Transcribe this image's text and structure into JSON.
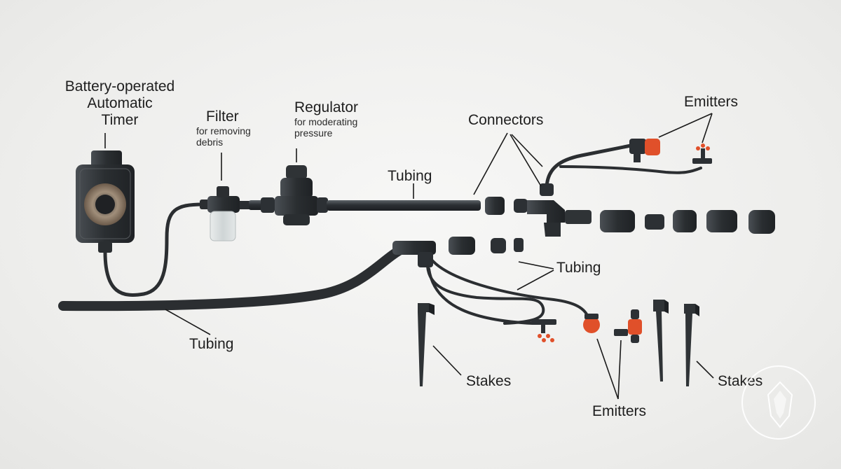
{
  "labels": {
    "timer": [
      "Battery-operated",
      "Automatic",
      "Timer"
    ],
    "filter_title": "Filter",
    "filter_desc": [
      "for removing",
      "debris"
    ],
    "regulator_title": "Regulator",
    "regulator_desc": [
      "for moderating",
      "pressure"
    ],
    "connectors": "Connectors",
    "emitters_top": "Emitters",
    "tubing_mid": "Tubing",
    "tubing_right": "Tubing",
    "tubing_left": "Tubing",
    "stakes_left": "Stakes",
    "stakes_right": "Stakes",
    "emitters_bottom": "Emitters"
  },
  "colors": {
    "component": "#2f3336",
    "component_light": "#5a6066",
    "emitter_accent": "#e0502a",
    "leader_line": "#1a1a1a"
  },
  "icons": {
    "watermark": "shield-emblem-icon"
  }
}
